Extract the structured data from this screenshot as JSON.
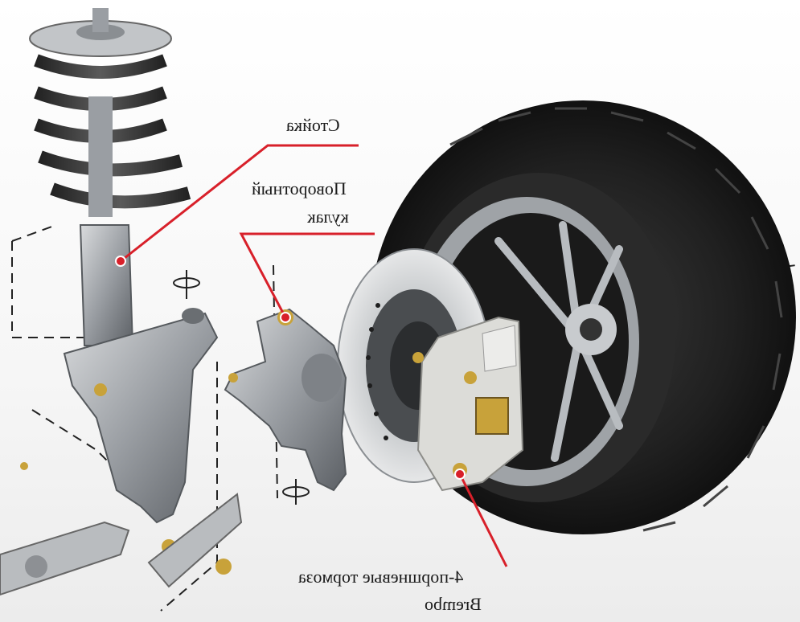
{
  "labels": {
    "strut": "Стойка",
    "knuckle_line1": "Поворотный",
    "knuckle_line2": "кулак",
    "brake_line1": "4-поршневые тормоза",
    "brake_line2": "Brembo"
  },
  "colors": {
    "leader_line": "#d8202a",
    "background": "#ffffff",
    "tire": "#1c1c1c",
    "metal": "#9a9ea3",
    "caliper": "#d9d9d6",
    "accent_gold": "#c8a23a"
  }
}
